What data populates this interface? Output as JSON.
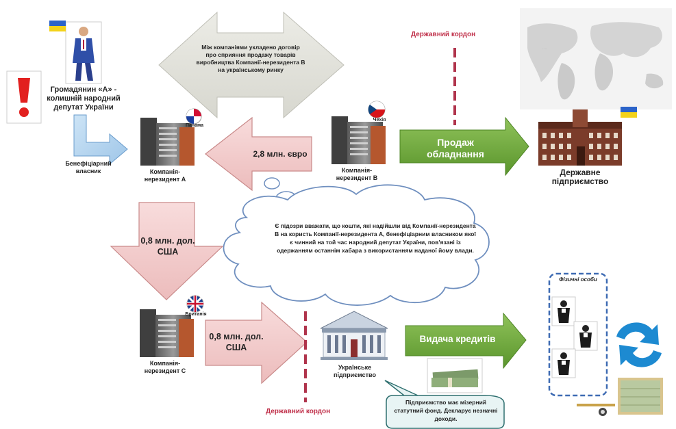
{
  "citizen": {
    "label": "Громадянин «А» - колишній народний депутат України",
    "flag_colors": [
      "#2b63c9",
      "#f3d21a"
    ]
  },
  "beneficiary_label": "Бенефіціарний власник",
  "agreement_text": "Між компаніями укладено договір про сприяння продажу товарів виробництва Компанії-нерезидента В на українському ринку",
  "company_a": {
    "label": "Компанія-нерезидент А",
    "country": "Панама"
  },
  "company_b": {
    "label": "Компанія-нерезидент В",
    "country": "Чехія"
  },
  "company_c": {
    "label": "Компанія-нерезидент С",
    "country": "Британія"
  },
  "transfer_ba": "2,8 млн. євро",
  "transfer_ac": "0,8 млн. дол. США",
  "transfer_c_ua": "0,8 млн. дол. США",
  "border_top": "Державний кордон",
  "border_bottom": "Державний кордон",
  "sale_label": "Продаж обладнання",
  "state_enterprise": "Державне підприємство",
  "suspicion_text": "Є підозри вважати, що кошти, які надійшли від Компанії-нерезидента В на користь Компанії-нерезидента А, бенефіціарним власником якої є чинний на той час народний депутат України, пов'язані із одержанням останнім хабара з використанням наданої йому влади.",
  "ua_enterprise": "Українське підприємство",
  "note_text": "Підприємство має мізерний статутний фонд. Декларує незначні доходи.",
  "loans_label": "Видача кредитів",
  "individuals_label": "Фізичні особи",
  "colors": {
    "green_arrow": "#6ea93a",
    "pink_arrow": "#f2c9c9",
    "pink_border": "#c98a8a",
    "border_line": "#b0344c",
    "cloud_border": "#6f8fbf",
    "dashed_box": "#3e6bb3"
  }
}
